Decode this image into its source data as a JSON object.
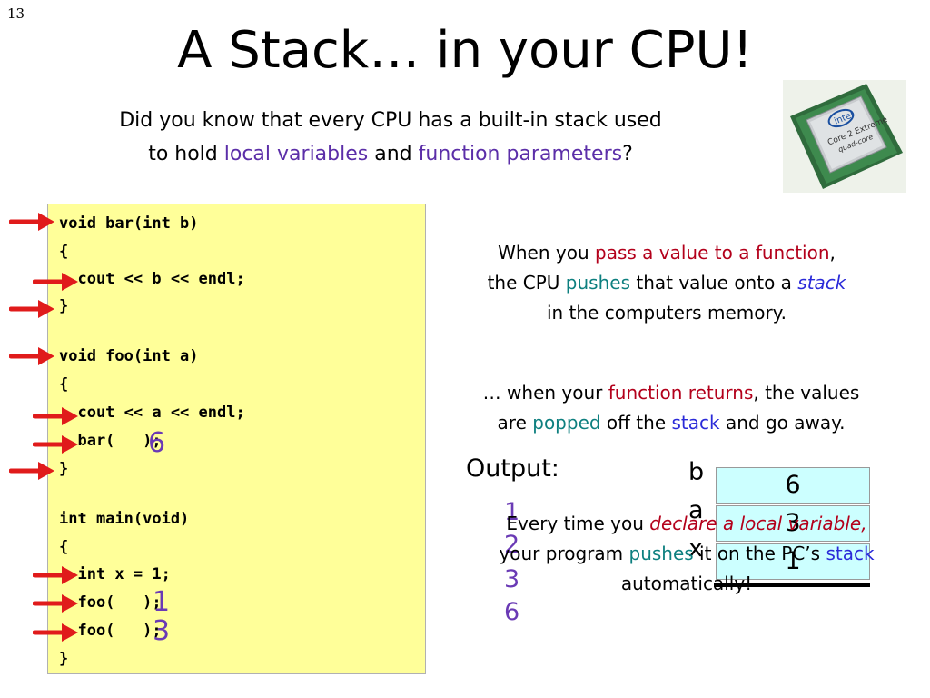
{
  "slide_number": "13",
  "title": "A Stack… in your CPU!",
  "intro": {
    "line1": "Did you know that every CPU has a built-in stack used",
    "line2_prefix": "to hold ",
    "local_variables": "local variables",
    "and": " and ",
    "function_parameters": "function parameters",
    "question": "?"
  },
  "cpu_chip": {
    "brand": "intel",
    "line1": "Core 2 Extreme",
    "line2": "quad-core"
  },
  "code_lines": [
    "void bar(int b)",
    "{",
    "  cout << b << endl;",
    "}",
    "void foo(int a)",
    "{",
    "  cout << a << endl;",
    "  bar(   );",
    "}",
    "int main(void)",
    "{",
    "  int x = 1;",
    "  foo(   );",
    "  foo(   );",
    "}"
  ],
  "handwritten_args": {
    "bar_call": "6",
    "foo_call_1": "1",
    "foo_call_2": "3"
  },
  "desc_pass": {
    "p1": "When you ",
    "r1": "pass a value to a function",
    "p2": ",",
    "p3": "the CPU ",
    "t1": "pushes",
    "p4": " that value onto a ",
    "b1": "stack",
    "p5": "in the computers memory."
  },
  "desc_return": {
    "p1": "… when your ",
    "r1": "function returns",
    "p2": ", the values",
    "p3": "are ",
    "t1": "popped",
    "p4": " off the ",
    "b1": "stack",
    "p5": " and go away."
  },
  "desc_declare": {
    "p1": "Every time you ",
    "r1": "declare a local variable,",
    "p2": "your program ",
    "t1": "pushes",
    "p3": " it on the PC’s ",
    "b1": "stack",
    "p4": "automatically!"
  },
  "output": {
    "label": "Output:",
    "values": [
      "1",
      "2",
      "3",
      "6"
    ]
  },
  "stack": {
    "names": [
      "b",
      "a",
      "x"
    ],
    "values": [
      "6",
      "3",
      "1"
    ]
  }
}
